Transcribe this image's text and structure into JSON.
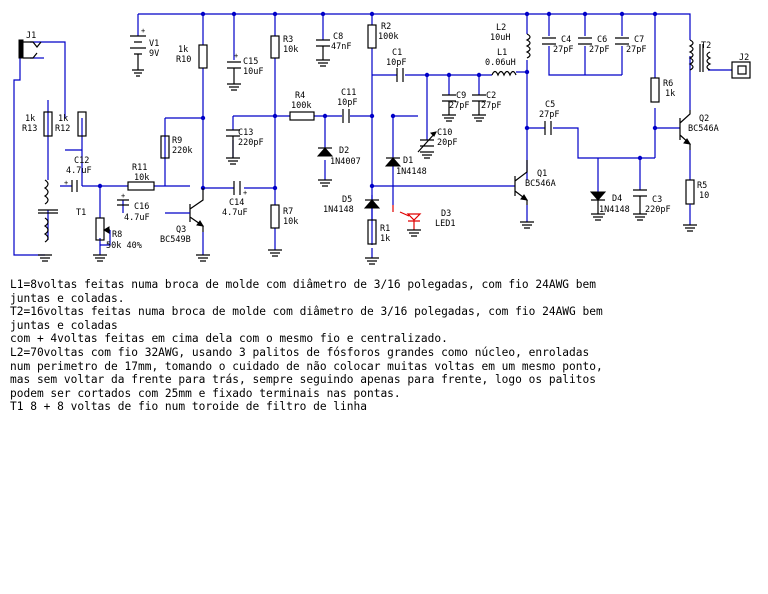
{
  "components": {
    "J1": {
      "ref": "J1"
    },
    "J2": {
      "ref": "J2"
    },
    "V1": {
      "ref": "V1",
      "value": "9V"
    },
    "R13": {
      "ref": "R13",
      "value": "1k"
    },
    "R12": {
      "ref": "R12",
      "value": "1k"
    },
    "T1": {
      "ref": "T1"
    },
    "T2": {
      "ref": "T2"
    },
    "C12": {
      "ref": "C12",
      "value": "4.7uF"
    },
    "C16": {
      "ref": "C16",
      "value": "4.7uF"
    },
    "R11": {
      "ref": "R11",
      "value": "10k"
    },
    "R8": {
      "ref": "R8",
      "value": "50k 40%"
    },
    "R9": {
      "ref": "R9",
      "value": "220k"
    },
    "R10": {
      "ref": "R10",
      "value": "1k"
    },
    "Q3": {
      "ref": "Q3",
      "value": "BC549B"
    },
    "C15": {
      "ref": "C15",
      "value": "10uF"
    },
    "C13": {
      "ref": "C13",
      "value": "220pF"
    },
    "C14": {
      "ref": "C14",
      "value": "4.7uF"
    },
    "R3": {
      "ref": "R3",
      "value": "10k"
    },
    "R7": {
      "ref": "R7",
      "value": "10k"
    },
    "C8": {
      "ref": "C8",
      "value": "47nF"
    },
    "R4": {
      "ref": "R4",
      "value": "100k"
    },
    "C11": {
      "ref": "C11",
      "value": "10pF"
    },
    "D2": {
      "ref": "D2",
      "value": "1N4007"
    },
    "R2": {
      "ref": "R2",
      "value": "100k"
    },
    "C1": {
      "ref": "C1",
      "value": "10pF"
    },
    "D1": {
      "ref": "D1",
      "value": "1N4148"
    },
    "D5": {
      "ref": "D5",
      "value": "1N4148"
    },
    "R1": {
      "ref": "R1",
      "value": "1k"
    },
    "D3": {
      "ref": "D3",
      "value": "LED1"
    },
    "C10": {
      "ref": "C10",
      "value": "20pF"
    },
    "C9": {
      "ref": "C9",
      "value": "27pF"
    },
    "C2": {
      "ref": "C2",
      "value": "27pF"
    },
    "L2": {
      "ref": "L2",
      "value": "10uH"
    },
    "L1": {
      "ref": "L1",
      "value": "0.06uH"
    },
    "C4": {
      "ref": "C4",
      "value": "27pF"
    },
    "C6": {
      "ref": "C6",
      "value": "27pF"
    },
    "C7": {
      "ref": "C7",
      "value": "27pF"
    },
    "C5": {
      "ref": "C5",
      "value": "27pF"
    },
    "Q1": {
      "ref": "Q1",
      "value": "BC546A"
    },
    "R6": {
      "ref": "R6",
      "value": "1k"
    },
    "Q2": {
      "ref": "Q2",
      "value": "BC546A"
    },
    "D4": {
      "ref": "D4",
      "value": "1N4148"
    },
    "C3": {
      "ref": "C3",
      "value": "220pF"
    },
    "R5": {
      "ref": "R5",
      "value": "10"
    }
  },
  "notes": [
    "L1=8voltas feitas numa broca de molde com diâmetro de 3/16 polegadas, com fio 24AWG bem",
    "juntas e coladas.",
    "T2=16voltas feitas numa broca de molde com diâmetro de 3/16 polegadas, com fio 24AWG bem",
    "juntas e coladas",
    "com + 4voltas feitas em cima dela com o mesmo fio e centralizado.",
    "L2=70voltas com fio 32AWG, usando 3 palitos de fósforos grandes como núcleo, enroladas",
    "num perimetro de 17mm, tomando o cuidado de não colocar muitas voltas em um mesmo ponto,",
    "mas sem voltar da frente para trás, sempre seguindo apenas para frente, logo os palitos",
    "podem ser cortados com 25mm e fixado terminais nas pontas.",
    "T1 8 + 8 voltas de fio num toroide de filtro de linha"
  ],
  "colors": {
    "wire": "#0000c8",
    "component": "#000000",
    "led": "#e00000",
    "background": "#ffffff"
  }
}
